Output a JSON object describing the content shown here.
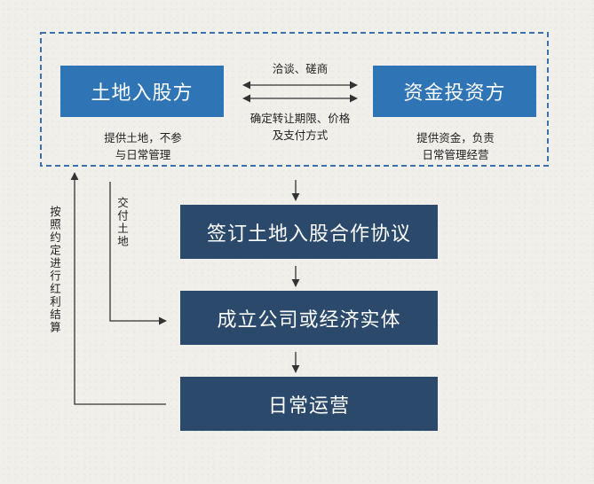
{
  "top_group": {
    "left_party": {
      "title": "土地入股方",
      "role_line1": "提供土地，不参",
      "role_line2": "与日常管理"
    },
    "right_party": {
      "title": "资金投资方",
      "role_line1": "提供资金，负责",
      "role_line2": "日常管理经营"
    },
    "negotiation_label": "洽谈、磋商",
    "terms_line1": "确定转让期限、价格",
    "terms_line2": "及支付方式"
  },
  "steps": [
    {
      "label": "签订土地入股合作协议"
    },
    {
      "label": "成立公司或经济实体"
    },
    {
      "label": "日常运营"
    }
  ],
  "side_labels": {
    "deliver_land": "交付土地",
    "settlement": "按照约定进行红利结算"
  },
  "colors": {
    "party_box": "#2f74b5",
    "step_box": "#2b4a6b",
    "dash_border": "#3b6fb0",
    "arrow": "#333333"
  }
}
